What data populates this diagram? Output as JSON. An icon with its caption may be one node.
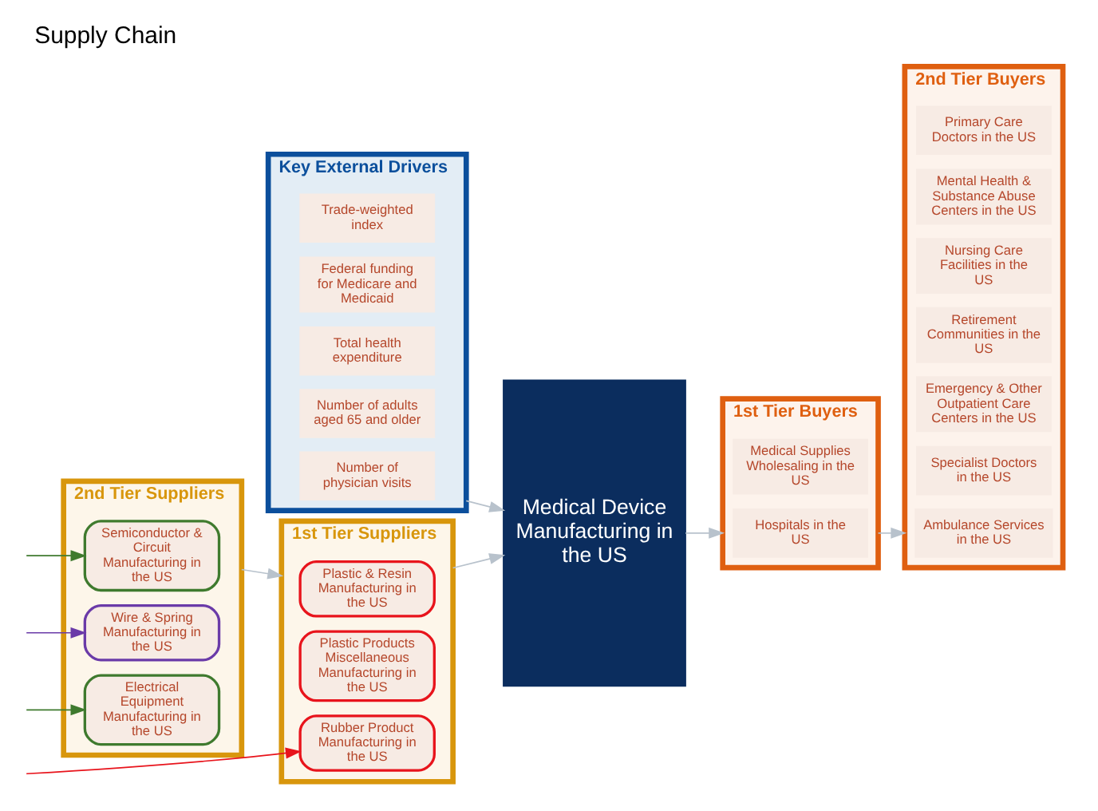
{
  "diagram": {
    "title": "Supply Chain",
    "nodes": [
      {
        "text": [
          "Key External Drivers"
        ]
      },
      {
        "text": [
          "Number of physician visits"
        ],
        "in": 0
      },
      {
        "text": [
          "Number of adults aged 65 and older"
        ],
        "in": 0
      },
      {
        "text": [
          "Total health expenditure"
        ],
        "in": 0
      },
      {
        "text": [
          "Federal funding for Medicare and Medicaid"
        ],
        "in": 0
      },
      {
        "text": [
          "Trade-weighted index"
        ],
        "in": 0
      },
      {
        "text": [
          "2nd Tier Suppliers"
        ]
      },
      {
        "text": [
          "Semiconductor & Circuit Manufacturing in the US"
        ],
        "in": 6
      },
      {
        "text": [
          "Wire & Spring Manufacturing in the US"
        ],
        "in": 6
      },
      {
        "text": [
          "Electrical Equipment Manufacturing in the US"
        ],
        "in": 6
      },
      {
        "text": [
          "1st Tier Suppliers"
        ]
      },
      {
        "text": [
          "Plastic & Resin Manufacturing in the US"
        ],
        "in": 10
      },
      {
        "text": [
          "Rubber Product Manufacturing in the US"
        ],
        "in": 10
      },
      {
        "text": [
          "Plastic Products Miscellaneous Manufacturing in the US"
        ],
        "in": 10
      },
      {
        "text": [
          "Medical Device Manufacturing in the US"
        ]
      },
      {
        "text": [
          "1st Tier Buyers"
        ]
      },
      {
        "text": [
          "Hospitals in the US"
        ],
        "in": 15
      },
      {
        "text": [
          "Medical Supplies Wholesaling in the US"
        ],
        "in": 15
      },
      {
        "text": [
          "2nd Tier Buyers"
        ]
      },
      {
        "text": [
          "Ambulance Services in the US"
        ],
        "in": 18
      },
      {
        "text": [
          "Specialist Doctors in the US"
        ],
        "in": 18
      },
      {
        "text": [
          "Emergency & Other Outpatient Care Centers in the US"
        ],
        "in": 18
      },
      {
        "text": [
          "Retirement Communities in the US"
        ],
        "in": 18
      },
      {
        "text": [
          "Nursing Care Facilities in the US"
        ],
        "in": 18
      },
      {
        "text": [
          "Mental Health & Substance Abuse Centers in the US"
        ],
        "in": 18
      },
      {
        "text": [
          "Primary Care Doctors in the US"
        ],
        "in": 18
      }
    ],
    "edges": [
      {
        "from": 0,
        "to": 14,
        "arrow": "to"
      },
      {
        "from": 6,
        "to": 10,
        "arrow": "to"
      },
      {
        "from": 10,
        "to": 14,
        "arrow": "to"
      },
      {
        "from": 14,
        "to": 15,
        "arrow": "to"
      },
      {
        "from": 15,
        "to": 18,
        "arrow": "to"
      },
      {
        "from": null,
        "to": 7,
        "arrow": "to",
        "color": "#3f7a2e"
      },
      {
        "from": null,
        "to": 12,
        "arrow": "to",
        "color": "#e8141c"
      },
      {
        "from": null,
        "to": 8,
        "arrow": "to",
        "color": "#6a3aa8"
      },
      {
        "from": null,
        "to": 9,
        "arrow": "to",
        "color": "#3f7a2e"
      }
    ]
  }
}
